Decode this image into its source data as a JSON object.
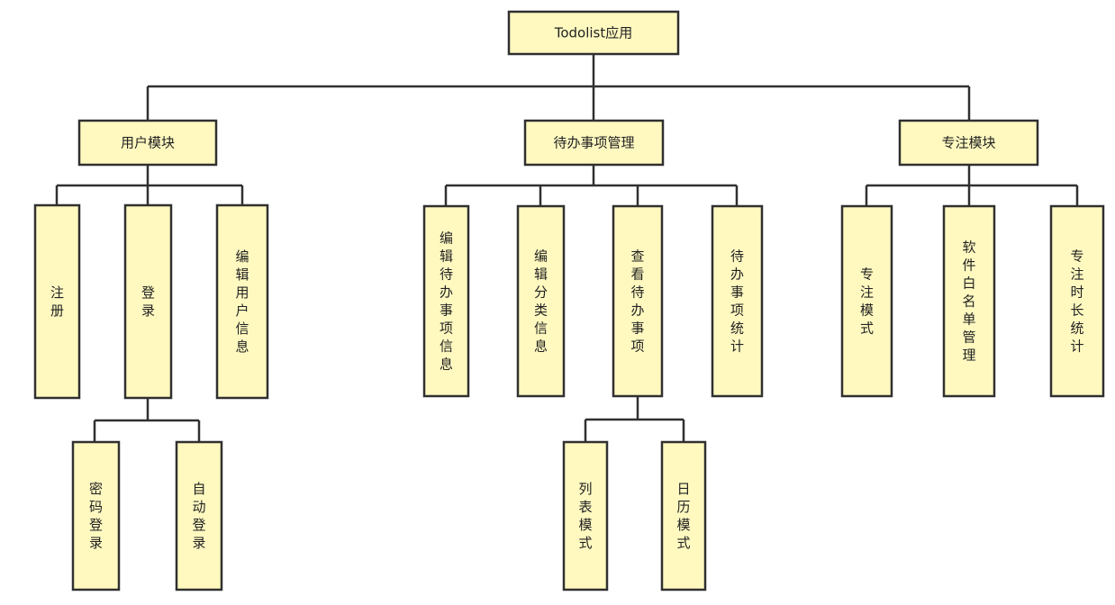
{
  "diagram": {
    "root": {
      "label": "Todolist应用"
    },
    "modules": {
      "user": {
        "label": "用户模块",
        "items": {
          "register": "注册",
          "login": "登录",
          "edit_user_info": "编辑用户信息",
          "password_login": "密码登录",
          "auto_login": "自动登录"
        }
      },
      "todo": {
        "label": "待办事项管理",
        "items": {
          "edit_todo_info": "编辑待办事项信息",
          "edit_category_info": "编辑分类信息",
          "view_todo": "查看待办事项",
          "todo_stats": "待办事项统计",
          "list_mode": "列表模式",
          "calendar_mode": "日历模式"
        }
      },
      "focus": {
        "label": "专注模块",
        "items": {
          "focus_mode": "专注模式",
          "app_whitelist": "软件白名单管理",
          "focus_time_stats": "专注时长统计"
        }
      }
    }
  }
}
